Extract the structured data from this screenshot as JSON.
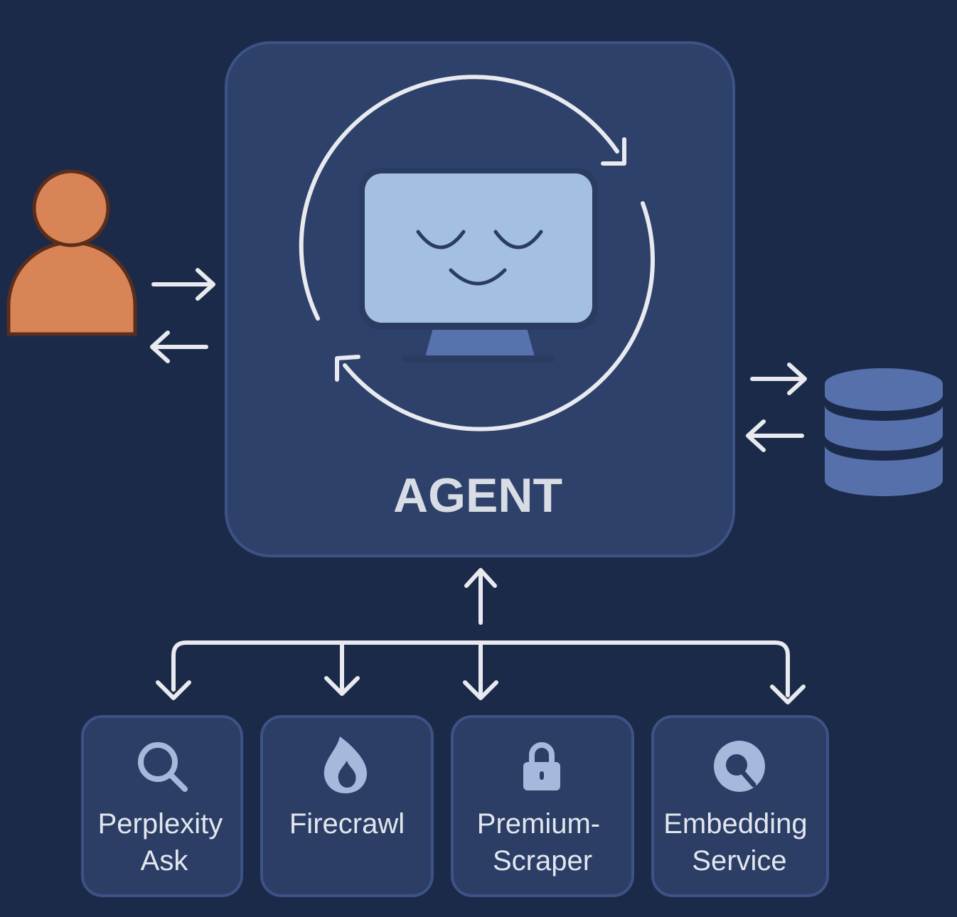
{
  "colors": {
    "background": "#1c2a4a",
    "agent_box_fill": "#2e416b",
    "agent_box_stroke": "#3d5285",
    "arrow": "#e8eaef",
    "user": "#d88456",
    "user_outline": "#5a2e1c",
    "monitor_screen": "#a3bfe2",
    "monitor_frame": "#2b3c63",
    "monitor_stand": "#5673ad",
    "database": "#5570ab",
    "tool_box_fill": "#2c3e66",
    "tool_box_stroke": "#3d5285",
    "tool_icon": "#a6b8dc"
  },
  "agent": {
    "label": "AGENT",
    "icon": "smiling-monitor-icon",
    "cycle_icon": "refresh-cycle-icon"
  },
  "user": {
    "icon": "user-icon"
  },
  "database": {
    "icon": "database-icon"
  },
  "tools": [
    {
      "icon": "search-icon",
      "label_lines": [
        "Perplexity",
        "Ask"
      ]
    },
    {
      "icon": "flame-icon",
      "label_lines": [
        "Firecrawl"
      ]
    },
    {
      "icon": "lock-icon",
      "label_lines": [
        "Premium-",
        "Scraper"
      ]
    },
    {
      "icon": "embedding-icon",
      "label_lines": [
        "Embedding",
        "Service"
      ]
    }
  ]
}
